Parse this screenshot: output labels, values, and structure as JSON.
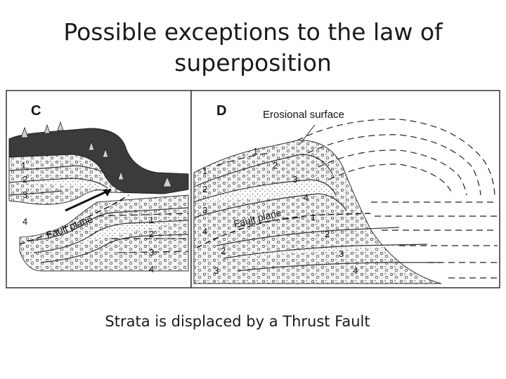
{
  "slide": {
    "title_line1": "Possible exceptions to the law of",
    "title_line2": "superposition",
    "caption": "Strata is displaced by a Thrust Fault"
  },
  "panel_c": {
    "letter": "C",
    "fault_label": "Fault plane",
    "left_numbers": [
      "1",
      "2",
      "3",
      "4"
    ],
    "right_numbers": [
      "1",
      "2",
      "3",
      "4"
    ]
  },
  "panel_d": {
    "letter": "D",
    "erosion_label": "Erosional surface",
    "fault_label": "Fault plane",
    "upper_numbers": [
      "1",
      "2",
      "3",
      "4"
    ],
    "lower_numbers": [
      "1",
      "2",
      "3",
      "4"
    ],
    "left_numbers": [
      "1",
      "2",
      "3",
      "4"
    ]
  }
}
